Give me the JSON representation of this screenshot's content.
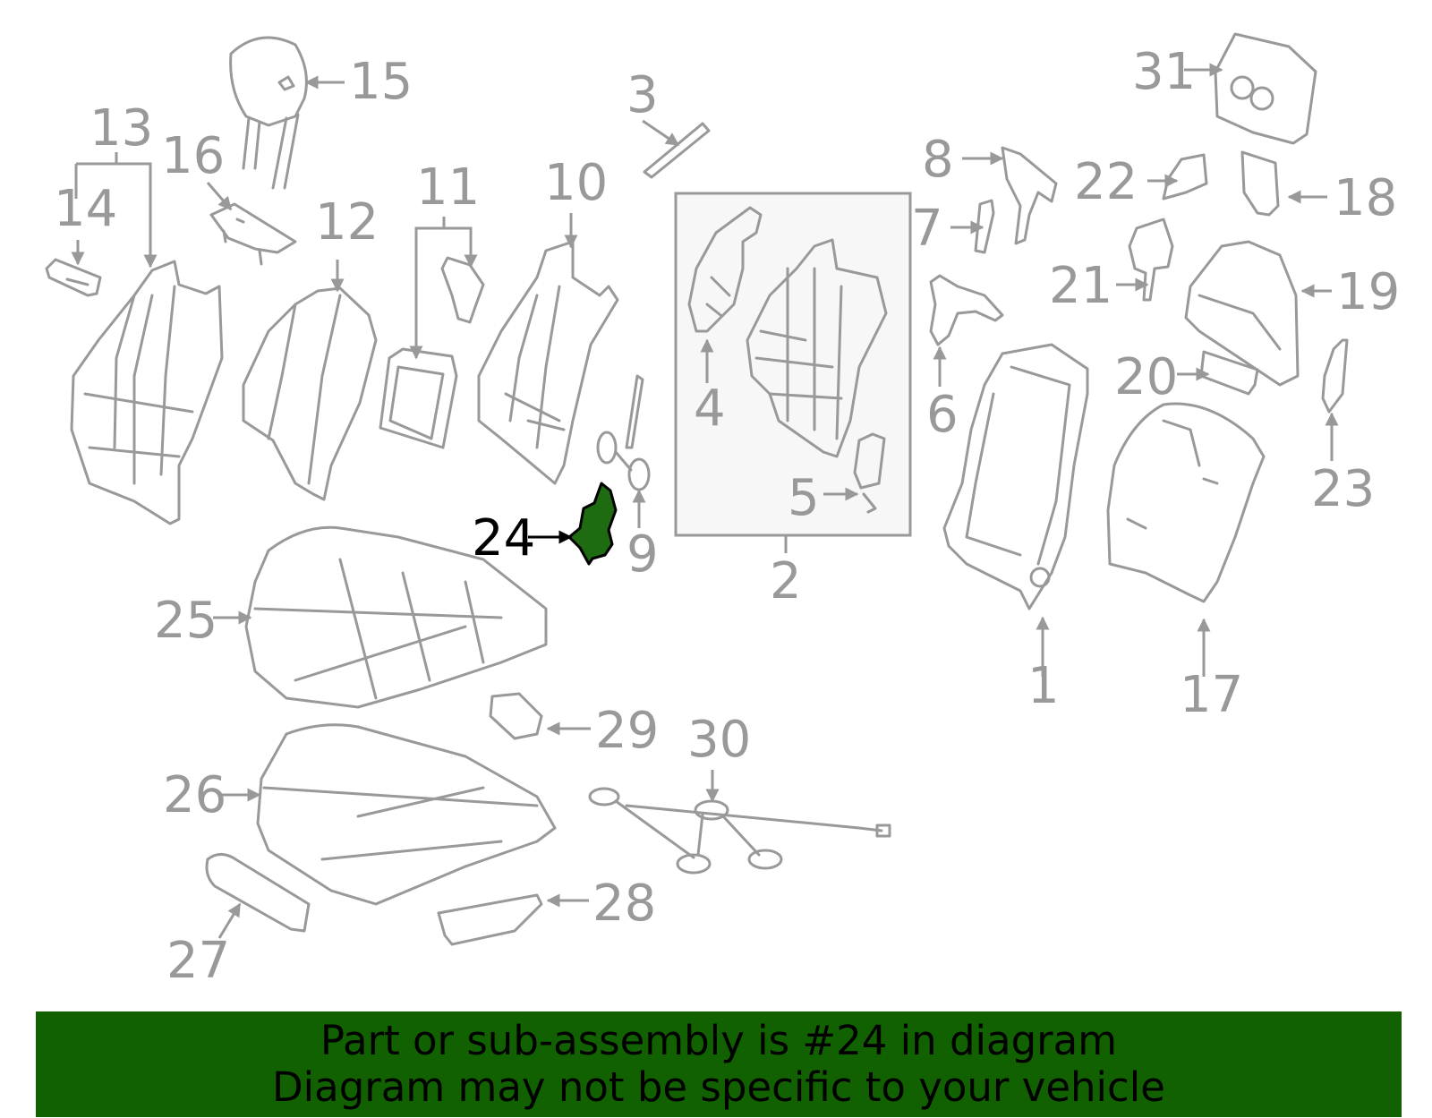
{
  "labels": {
    "l1": "1",
    "l2": "2",
    "l3": "3",
    "l4": "4",
    "l5": "5",
    "l6": "6",
    "l7": "7",
    "l8": "8",
    "l9": "9",
    "l10": "10",
    "l11": "11",
    "l12": "12",
    "l13": "13",
    "l14": "14",
    "l15": "15",
    "l16": "16",
    "l17": "17",
    "l18": "18",
    "l19": "19",
    "l20": "20",
    "l21": "21",
    "l22": "22",
    "l23": "23",
    "l24": "24",
    "l25": "25",
    "l26": "26",
    "l27": "27",
    "l28": "28",
    "l29": "29",
    "l30": "30",
    "l31": "31"
  },
  "highlighted_part": "24",
  "colors": {
    "highlight_fill": "#1e6b12",
    "line_art": "#999999",
    "banner_bg": "#116100",
    "box_fill": "#f7f7f7"
  },
  "banner": {
    "line1": "Part or sub-assembly is #24 in diagram",
    "line2": "Diagram may not be specific to your vehicle"
  }
}
